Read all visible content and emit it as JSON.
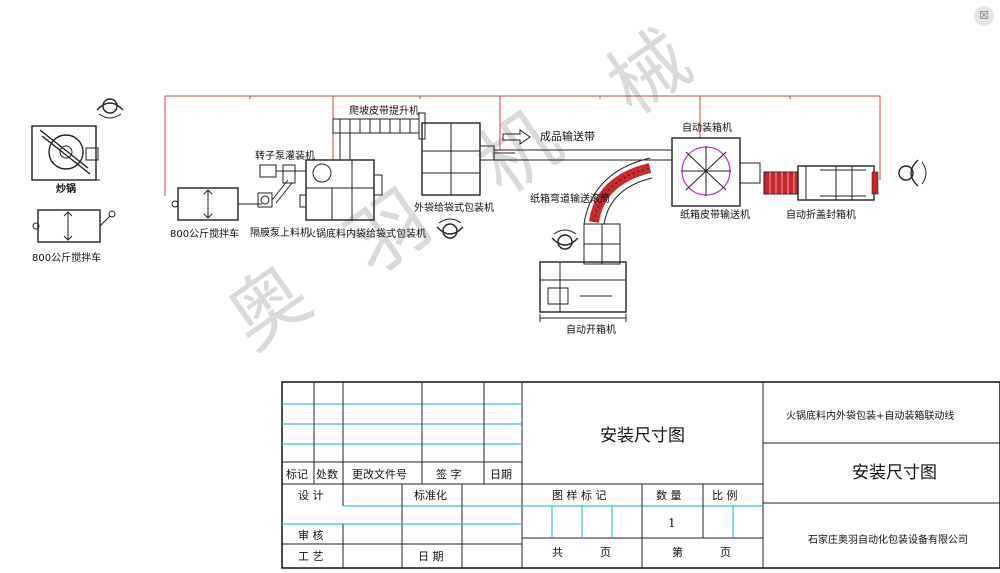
{
  "watermark": {
    "chars": [
      "奥",
      "羽",
      "机",
      "械"
    ]
  },
  "equipment": {
    "stir_pot": "炒锅",
    "mixer_cart_left": "800公斤搅拌车",
    "mixer_cart": "800公斤搅拌车",
    "rotor_pump_filler": "转子泵灌装机",
    "screw_feeder": "隔膜泵上料机",
    "incline_lift": "爬坡皮带提升机",
    "inner_bag_packer": "火锅底料内袋给袋式包装机",
    "outer_bag_packer": "外袋给袋式包装机",
    "product_conveyor": "成品输送带",
    "carton_turn_roller": "纸箱弯道输送滚筒",
    "auto_case_packer": "自动装箱机",
    "carton_belt": "纸箱皮带输送机",
    "auto_sealer": "自动折盖封箱机",
    "auto_erector": "自动开箱机"
  },
  "title_block": {
    "label_biaoji": "标记",
    "label_chushu": "处数",
    "label_genggai": "更改文件号",
    "label_qianzi": "签  字",
    "label_riqi": "日期",
    "label_sheji": "设  计",
    "label_biaozhunhua": "标准化",
    "label_shenhe": "审  核",
    "label_gongyi": "工  艺",
    "label_riqi2": "日  期",
    "center_title": "安装尺寸图",
    "label_tuyang": "图 样 标 记",
    "label_shuliang": "数  量",
    "label_bili": "比  例",
    "quantity_value": "1",
    "label_gong": "共",
    "label_ye": "页",
    "label_di": "第",
    "label_ye2": "页",
    "project_name": "火锅底料内外袋包装+自动装箱联动线",
    "right_title": "安装尺寸图",
    "company": "石家庄奥羽自动化包装设备有限公司"
  },
  "colors": {
    "frame_line": "#222222",
    "power_line": "#c94a4a",
    "table_grid": "#2ec7d6",
    "sealer_red": "#c8262b",
    "arc_conveyor_red": "#cc2a2a",
    "packer_magenta": "#c43ac9",
    "watermark": "#bdbdbd"
  },
  "icons": {
    "operator": "operator-icon",
    "corner": "watermark-badge-icon"
  }
}
